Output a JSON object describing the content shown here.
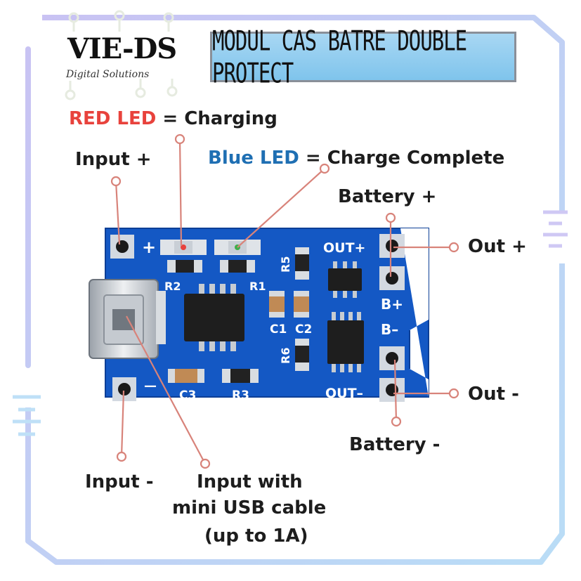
{
  "logo": {
    "brand": "VIE-DS",
    "tagline": "Digital Solutions"
  },
  "title": "MODUL CAS BATRE DOUBLE PROTECT",
  "legend": {
    "red_word": "RED LED",
    "red_rest": " = Charging",
    "blue_word": "Blue LED",
    "blue_rest": " = Charge Complete"
  },
  "labels": {
    "input_plus": "Input +",
    "battery_plus": "Battery +",
    "out_plus": "Out +",
    "out_minus": "Out -",
    "battery_minus": "Battery -",
    "input_minus": "Input -",
    "usb_line1": "Input with",
    "usb_line2": "mini USB cable",
    "usb_line3": "(up to 1A)"
  },
  "silkscreen": {
    "plus": "+",
    "minus": "—",
    "r2": "R2",
    "r1": "R1",
    "c3": "C3",
    "r3": "R3",
    "r5": "R5",
    "r6": "R6",
    "c1": "C1",
    "c2": "C2",
    "out_plus": "OUT+",
    "out_minus": "OUT–",
    "b_plus": "B+",
    "b_minus": "B–"
  },
  "colors": {
    "red_led": "#e8423c",
    "blue_led": "#1f6fb3",
    "pcb": "#1458c4",
    "leader": "#d8837a"
  }
}
